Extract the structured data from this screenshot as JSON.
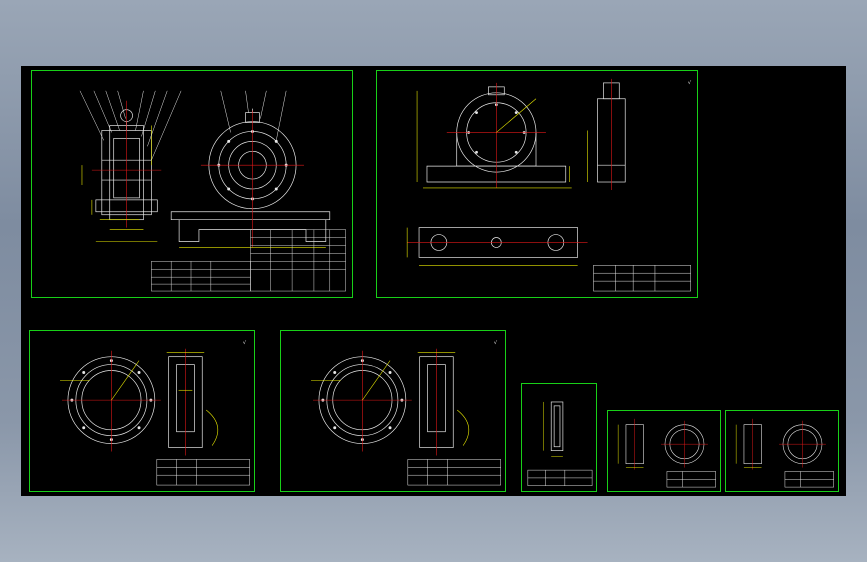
{
  "viewer": {
    "background": "#000000",
    "frame_color": "#18d018",
    "dim_color": "#e8e800",
    "line_color": "#e8e8e8",
    "accent_color": "#e01818"
  },
  "sheets": [
    {
      "id": "assembly",
      "title_label": ""
    },
    {
      "id": "housing",
      "corner_label": "√"
    },
    {
      "id": "cover-1",
      "corner_label": "√"
    },
    {
      "id": "cover-2",
      "corner_label": "√"
    },
    {
      "id": "shaft-sleeve",
      "corner_label": ""
    },
    {
      "id": "ring-1",
      "corner_label": ""
    },
    {
      "id": "ring-2",
      "corner_label": ""
    }
  ]
}
